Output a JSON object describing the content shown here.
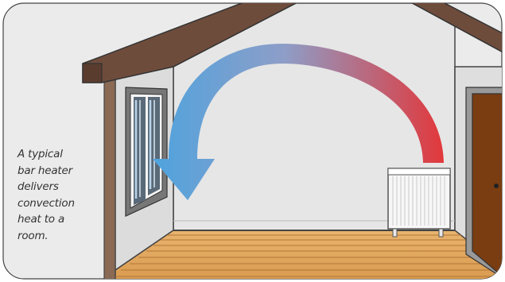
{
  "caption": {
    "lines": [
      "A typical",
      "bar heater",
      "delivers",
      "convection",
      "heat to a",
      "room."
    ]
  },
  "colors": {
    "background_panel": "#ececec",
    "wall": "#e4e4e4",
    "wall_left": "#d8d8d8",
    "roof": "#6b4a3a",
    "floor": "#e0a860",
    "door": "#7a3d12",
    "arrow_hot": "#d9373a",
    "arrow_cold": "#5aa0d8"
  },
  "icons": {
    "heater": "bar-heater-icon",
    "arrow": "convection-arrow-icon",
    "window": "window-icon",
    "door": "door-icon"
  }
}
